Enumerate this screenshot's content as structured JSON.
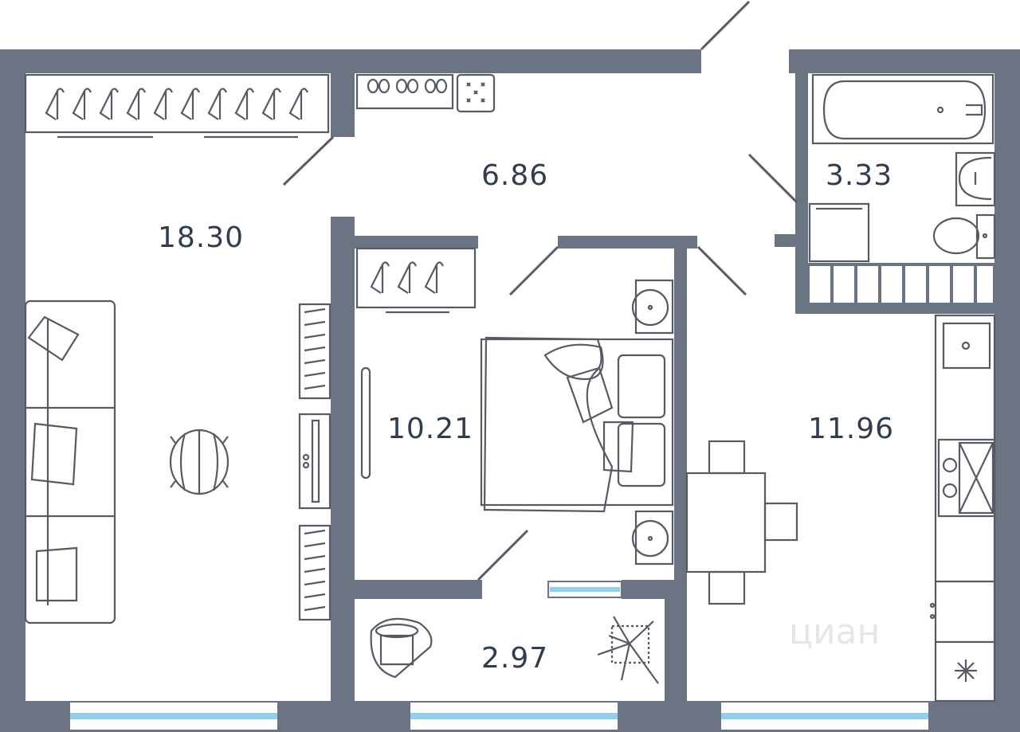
{
  "rooms": [
    {
      "id": "living",
      "area": "18.30"
    },
    {
      "id": "hall",
      "area": "6.86"
    },
    {
      "id": "bath",
      "area": "3.33"
    },
    {
      "id": "bedroom",
      "area": "10.21"
    },
    {
      "id": "kitchen",
      "area": "11.96"
    },
    {
      "id": "balcony",
      "area": "2.97"
    }
  ],
  "watermark": "циан",
  "colors": {
    "wall": "#6b7482",
    "line": "#555b63",
    "window": "#8fd0ee",
    "text": "#2f3d4f"
  }
}
